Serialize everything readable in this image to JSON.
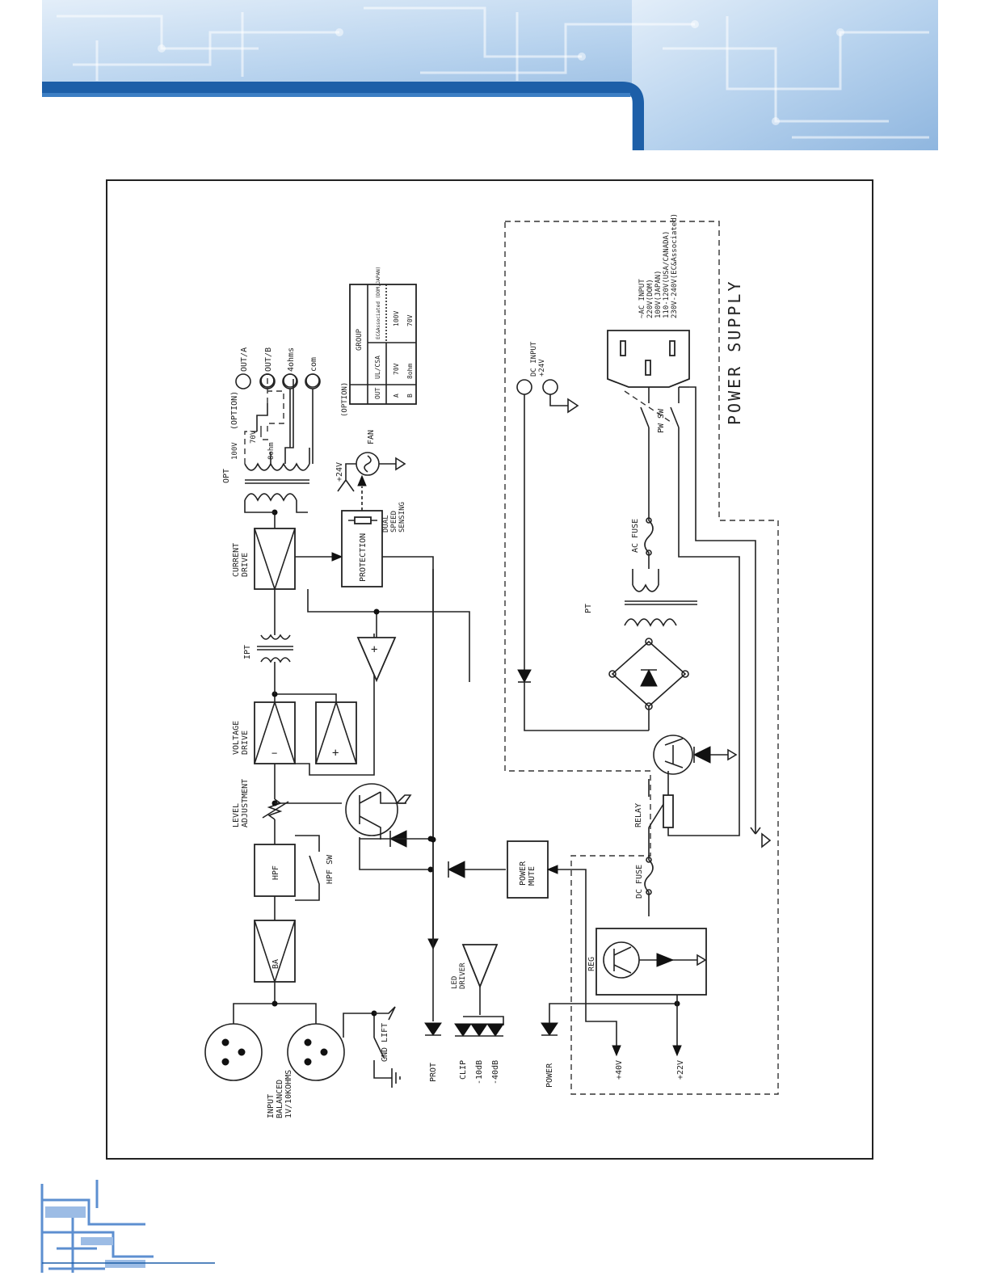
{
  "colors": {
    "banner_dark": "#1d5fa8",
    "banner_light": "#c9def2",
    "frame": "#222222"
  },
  "blocks": {
    "ba": "BA",
    "hpf": "HPF",
    "voltage_drive": "VOLTAGE DRIVE",
    "current_drive": "CURRENT DRIVE",
    "protection": "PROTECTION",
    "power_mute": "POWER MUTE",
    "led_driver": "LED DRIVER",
    "reg": "REG"
  },
  "labels": {
    "input": "INPUT BALANCED 1V/10KOHMS",
    "gnd_lift": "GND LIFT",
    "hpf_sw": "HPF SW",
    "level_adjustment": "LEVEL ADJUSTMENT",
    "ipt": "IPT",
    "opt": "OPT",
    "tap_100v": "100V",
    "tap_70v": "70V",
    "tap_8ohm": "8ohm",
    "option": "(OPTION)",
    "out_a": "OUT/A",
    "out_b": "OUT/B",
    "out_4ohms": "4ohms",
    "out_com": "com",
    "fan": "FAN",
    "plus24v": "+24V",
    "dual_speed_sensing": "DUAL SPEED SENSING",
    "dc_input": "DC INPUT +24V",
    "ac_input": "~AC INPUT",
    "pw_sw": "PW SW",
    "ac_fuse": "AC FUSE",
    "pt": "PT",
    "relay": "RELAY",
    "dc_fuse": "DC FUSE",
    "power_supply": "POWER SUPPLY",
    "plus40v": "+40V",
    "plus22v": "+22V"
  },
  "ac_input_lines": [
    "~AC INPUT",
    "220V(DOM)",
    "100V(JAPAN)",
    "110-120V(USA/CANADA)",
    "230V-240V(EC&Associated)"
  ],
  "leds": [
    "PROT",
    "CLIP",
    "-10dB",
    "-40dB",
    "POWER"
  ],
  "option_table": {
    "caption": "(OPTION)",
    "group_header": "GROUP",
    "rows": [
      [
        "OUT",
        "UL/CSA",
        "EC&Associated (DOM,JAPAN)"
      ],
      [
        "A",
        "70V",
        "100V"
      ],
      [
        "B",
        "8ohm",
        "70V"
      ]
    ]
  }
}
